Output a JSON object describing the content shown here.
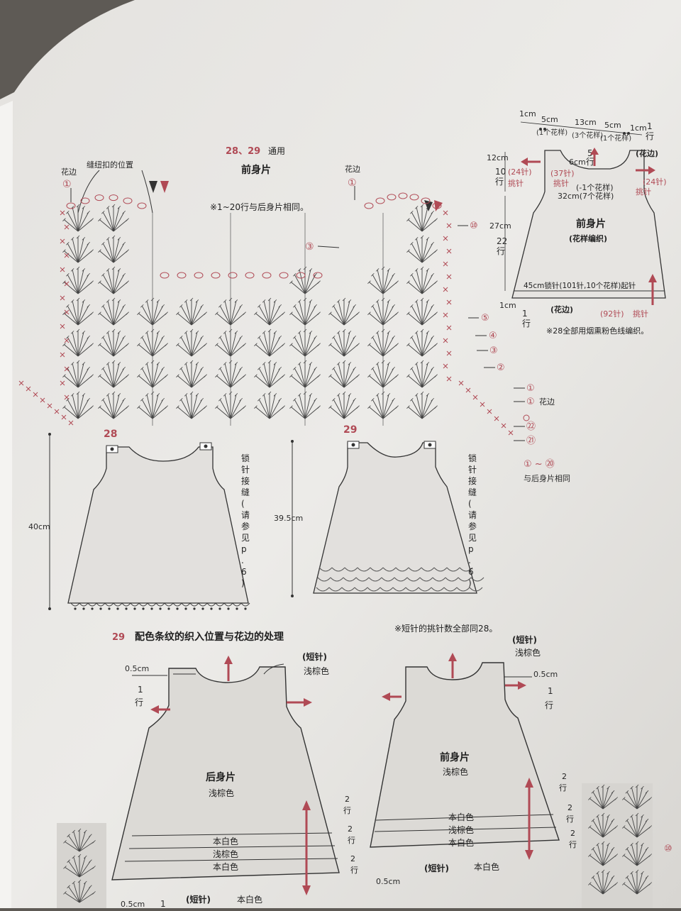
{
  "header": {
    "pattern_ref": "28、29",
    "pattern_ref_suffix": "通用",
    "front_title": "前身片",
    "note_rows_same": "※1~20行与后身片相同。",
    "label_edging_left": "花边",
    "label_button_pos": "缝纽扣的位置",
    "label_edging_right": "花边",
    "circle_1": "①",
    "circle_3": "③",
    "circle_10": "⑩"
  },
  "row_markers": {
    "r10": "⑩",
    "r5": "⑤",
    "r4": "④",
    "r3": "③",
    "r2": "②",
    "r1a": "①",
    "r1b": "①",
    "r1b_label": "花边",
    "r22": "㉒",
    "r21": "㉑",
    "range": "① ~ ⑳",
    "range_label": "与后身片相同"
  },
  "schematic": {
    "top": {
      "d1": "1cm",
      "d2": "5cm",
      "d3": "13cm",
      "d4": "5cm",
      "d5": "1cm",
      "p1": "(1个花样)",
      "p2": "(3个花样)",
      "p3": "(1个花样)",
      "r1": "1",
      "r1u": "行",
      "edging": "(花边)"
    },
    "left": {
      "h12": "12cm",
      "r10": "10",
      "r10u": "行",
      "p24": "(24针)",
      "p24u": "挑针",
      "h27": "27cm",
      "r22": "22",
      "r22u": "行",
      "h1": "1cm",
      "r1": "1",
      "r1u": "行"
    },
    "inside": {
      "s37": "(37针)",
      "s37u": "挑针",
      "c6": "6cm",
      "c5": "5",
      "c5u": "行",
      "m1": "(-1个花样)",
      "w32": "32cm(7个花样)",
      "title": "前身片",
      "subtitle": "(花样编织)",
      "base": "45cm锁针(101针,10个花样)起针"
    },
    "right": {
      "p24": "(24针)",
      "p24u": "挑针"
    },
    "bottom": {
      "edging": "(花边)",
      "p92": "(92针)",
      "p92u": "挑针"
    },
    "note": "※28全部用烟熏粉色线编织。"
  },
  "dress28": {
    "num": "28",
    "height": "40cm",
    "side_note": [
      "锁",
      "针",
      "接",
      "缝",
      "(",
      "请",
      "参",
      "见",
      "p",
      ".",
      "6",
      ")"
    ]
  },
  "dress29": {
    "num": "29",
    "height": "39.5cm",
    "side_note": [
      "锁",
      "针",
      "接",
      "缝",
      "(",
      "请",
      "参",
      "见",
      "p",
      ".",
      "6",
      ")"
    ]
  },
  "bottom": {
    "heading_num": "29",
    "heading": "配色条纹的织入位置与花边的处理",
    "note": "※短针的挑针数全部同28。",
    "back": {
      "d05": "0.5cm",
      "r1": "1",
      "r1u": "行",
      "short": "(短针)",
      "short_color": "浅棕色",
      "title": "后身片",
      "color": "浅棕色",
      "stripes": [
        "本白色",
        "浅棕色",
        "本白色"
      ],
      "rows": [
        "2",
        "2",
        "2"
      ],
      "rowu": "行",
      "bot_d": "0.5cm",
      "bot_r": "1",
      "bot_short": "(短针)",
      "bot_color": "本白色"
    },
    "front": {
      "short": "(短针)",
      "short_color": "浅棕色",
      "d05": "0.5cm",
      "r1": "1",
      "r1u": "行",
      "title": "前身片",
      "color": "浅棕色",
      "stripes": [
        "本白色",
        "浅棕色",
        "本白色"
      ],
      "rows": [
        "2",
        "2",
        "2"
      ],
      "rowu": "行",
      "bot_d": "0.5cm",
      "bot_short": "(短针)",
      "bot_color": "本白色",
      "r10": "⑩"
    }
  },
  "colors": {
    "paper": "#e9e7e4",
    "ink": "#2a2a2a",
    "accent_red": "#b04a55",
    "background": "#5e5a55"
  }
}
